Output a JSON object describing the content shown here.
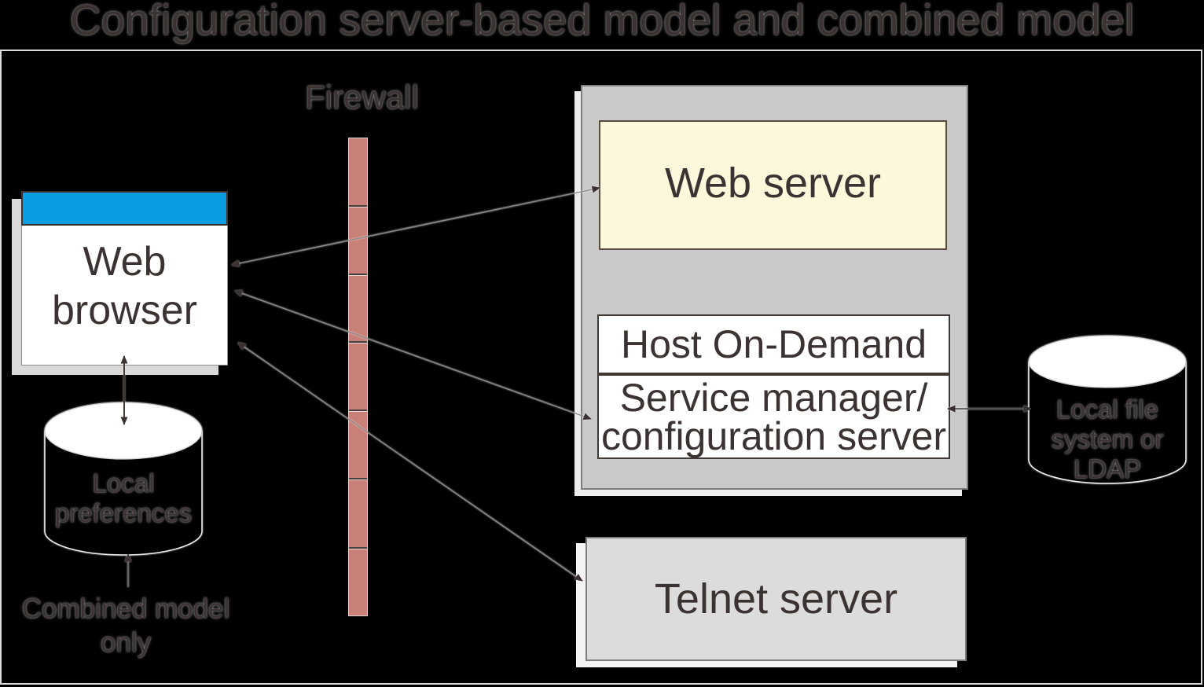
{
  "title": "Configuration server-based model and combined model",
  "firewall": {
    "label": "Firewall"
  },
  "web_browser": {
    "line1": "Web",
    "line2": "browser"
  },
  "local_preferences": {
    "line1": "Local",
    "line2": "preferences"
  },
  "combined_model": {
    "line1": "Combined model",
    "line2": "only"
  },
  "server_stack": {
    "web_server_label": "Web server",
    "host_on_demand_label": "Host On-Demand",
    "service_manager_line1": "Service manager/",
    "service_manager_line2": "configuration server"
  },
  "telnet_server": {
    "label": "Telnet server"
  },
  "local_file_system": {
    "line1": "Local file",
    "line2": "system or",
    "line3": "LDAP"
  },
  "connections": [
    {
      "from": "web-browser",
      "to": "web-server",
      "bidirectional": true
    },
    {
      "from": "web-browser",
      "to": "service-manager-configuration-server",
      "bidirectional": true
    },
    {
      "from": "web-browser",
      "to": "telnet-server",
      "bidirectional": true
    },
    {
      "from": "web-browser",
      "to": "local-preferences",
      "bidirectional": true
    },
    {
      "from": "service-manager-configuration-server",
      "to": "local-file-system-or-ldap",
      "bidirectional": true
    },
    {
      "from": "combined-model-only-label",
      "to": "local-preferences",
      "bidirectional": false
    }
  ],
  "colors": {
    "background": "#000000",
    "text": "#3a3332",
    "frame_border": "#dcdcdc",
    "firewall_bar": "#c98078",
    "browser_titlebar_blue": "#0b9de4",
    "web_server_fill": "#fcf8dc",
    "server_stack_fill": "#c9c9c9",
    "telnet_fill": "#dcdcdc",
    "shadow_fill": "#ededed"
  }
}
